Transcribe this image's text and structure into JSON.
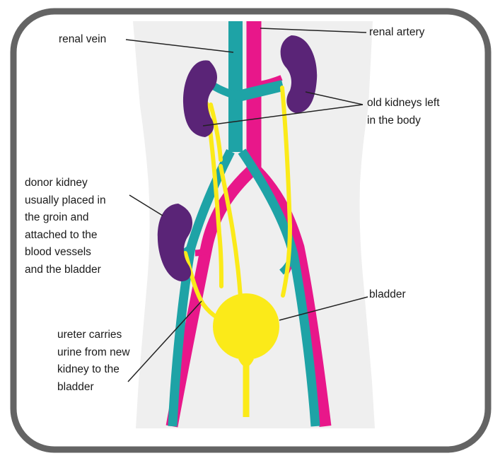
{
  "colors": {
    "frame": "#646464",
    "background": "#ffffff",
    "body_silhouette": "#efefef",
    "kidney": "#5a2477",
    "vein": "#1ea3a6",
    "artery": "#e8178a",
    "ureter_bladder": "#fbea19",
    "leader_line": "#222222"
  },
  "labels": {
    "renal_vein": "renal vein",
    "renal_artery": "renal artery",
    "old_kidneys": "old kidneys left\nin the body",
    "donor_kidney": "donor kidney\nusually placed in\nthe groin and\nattached to the\nblood vessels\nand the bladder",
    "bladder": "bladder",
    "ureter": "ureter carries\nurine from new\nkidney to the\nbladder"
  }
}
